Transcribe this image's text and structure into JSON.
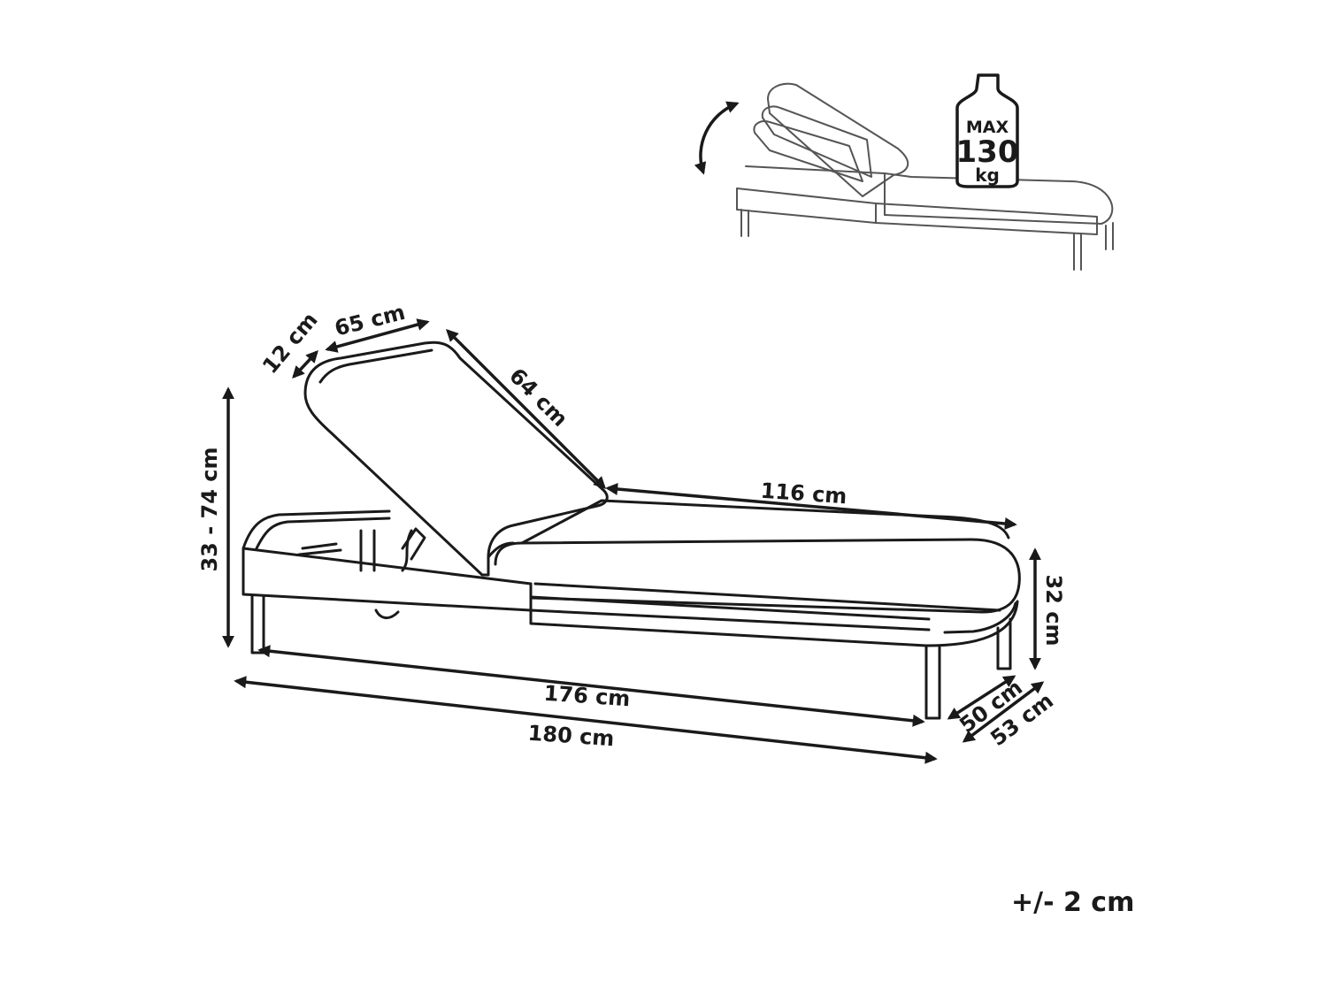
{
  "dimensions": {
    "headrest_thickness": "12 cm",
    "backrest_width": "65 cm",
    "backrest_length": "64 cm",
    "height_range": "33 - 74 cm",
    "seat_length": "116 cm",
    "seat_height": "32 cm",
    "frame_length": "176 cm",
    "total_length": "180 cm",
    "frame_width": "50 cm",
    "total_width": "53 cm"
  },
  "weight": {
    "label": "MAX",
    "value": "130",
    "unit": "kg"
  },
  "tolerance": "+/- 2 cm",
  "colors": {
    "line": "#1a1a1a",
    "detail_line": "#555555",
    "background": "#ffffff"
  },
  "icons": [
    "adjustable-backrest-icon",
    "weight-icon"
  ]
}
